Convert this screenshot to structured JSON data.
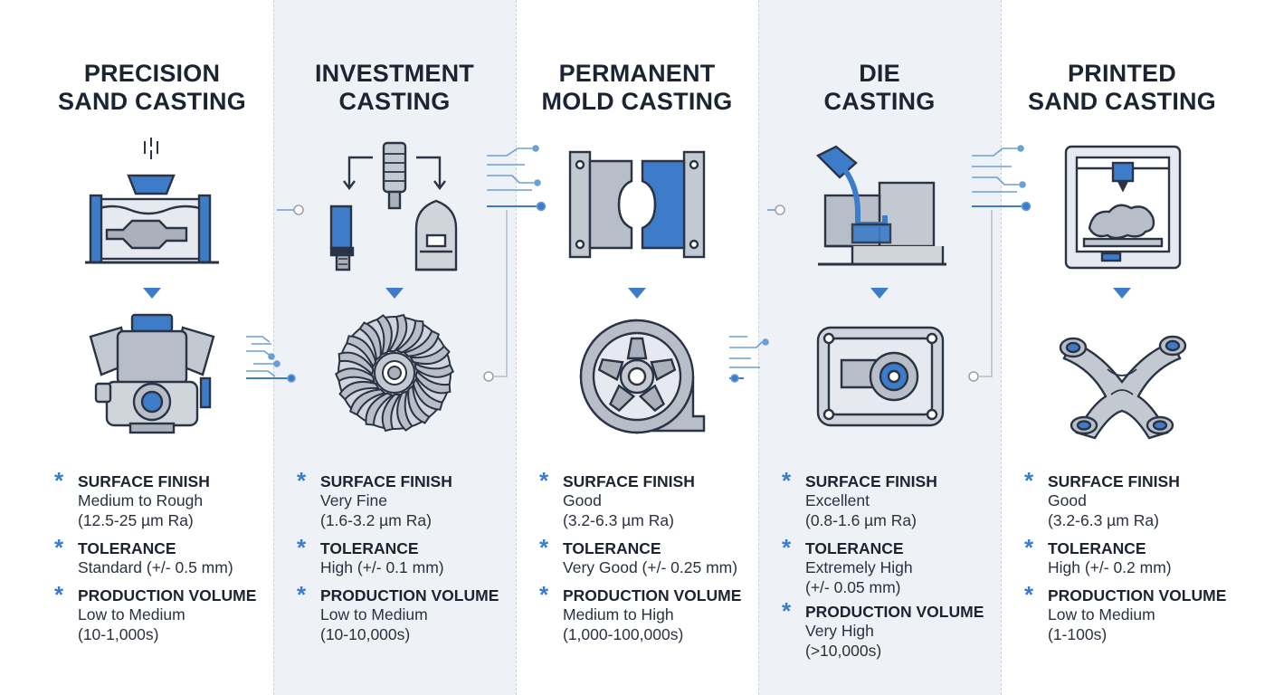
{
  "colors": {
    "accent": "#3d7cc9",
    "line": "#2b3444",
    "metal": "#b8bec7",
    "shade": "#eef1f6"
  },
  "processes": [
    {
      "title_lines": [
        "PRECISION",
        "SAND CASTING"
      ],
      "mold_icon": "sand-mold-pour-icon",
      "part_icon": "engine-block-icon",
      "specs": [
        {
          "label": "SURFACE FINISH",
          "lines": [
            "Medium to Rough",
            "(12.5-25 µm Ra)"
          ]
        },
        {
          "label": "TOLERANCE",
          "lines": [
            "Standard (+/- 0.5 mm)"
          ]
        },
        {
          "label": "PRODUCTION VOLUME",
          "lines": [
            "Low to Medium",
            "(10-1,000s)"
          ]
        }
      ]
    },
    {
      "title_lines": [
        "INVESTMENT",
        "CASTING"
      ],
      "mold_icon": "wax-pattern-cycle-icon",
      "part_icon": "turbine-wheel-icon",
      "specs": [
        {
          "label": "SURFACE FINISH",
          "lines": [
            "Very Fine",
            "(1.6-3.2 µm Ra)"
          ]
        },
        {
          "label": "TOLERANCE",
          "lines": [
            "High (+/- 0.1 mm)"
          ]
        },
        {
          "label": "PRODUCTION VOLUME",
          "lines": [
            "Low to Medium",
            "(10-10,000s)"
          ]
        }
      ]
    },
    {
      "title_lines": [
        "PERMANENT",
        "MOLD CASTING"
      ],
      "mold_icon": "metal-mold-halves-icon",
      "part_icon": "alloy-wheel-icon",
      "specs": [
        {
          "label": "SURFACE FINISH",
          "lines": [
            "Good",
            "(3.2-6.3 µm Ra)"
          ]
        },
        {
          "label": "TOLERANCE",
          "lines": [
            "Very Good (+/- 0.25 mm)"
          ]
        },
        {
          "label": "PRODUCTION VOLUME",
          "lines": [
            "Medium to High",
            "(1,000-100,000s)"
          ]
        }
      ]
    },
    {
      "title_lines": [
        "DIE",
        "CASTING"
      ],
      "mold_icon": "ladle-die-pour-icon",
      "part_icon": "gearbox-housing-icon",
      "specs": [
        {
          "label": "SURFACE FINISH",
          "lines": [
            "Excellent",
            "(0.8-1.6 µm Ra)"
          ]
        },
        {
          "label": "TOLERANCE",
          "lines": [
            "Extremely High",
            "(+/- 0.05 mm)"
          ]
        },
        {
          "label": "PRODUCTION VOLUME",
          "lines": [
            "Very High",
            "(>10,000s)"
          ]
        }
      ]
    },
    {
      "title_lines": [
        "PRINTED",
        "SAND CASTING"
      ],
      "mold_icon": "3d-printer-icon",
      "part_icon": "lattice-node-icon",
      "specs": [
        {
          "label": "SURFACE FINISH",
          "lines": [
            "Good",
            "(3.2-6.3 µm Ra)"
          ]
        },
        {
          "label": "TOLERANCE",
          "lines": [
            "High (+/- 0.2 mm)"
          ]
        },
        {
          "label": "PRODUCTION VOLUME",
          "lines": [
            "Low to Medium",
            "(1-100s)"
          ]
        }
      ]
    }
  ]
}
